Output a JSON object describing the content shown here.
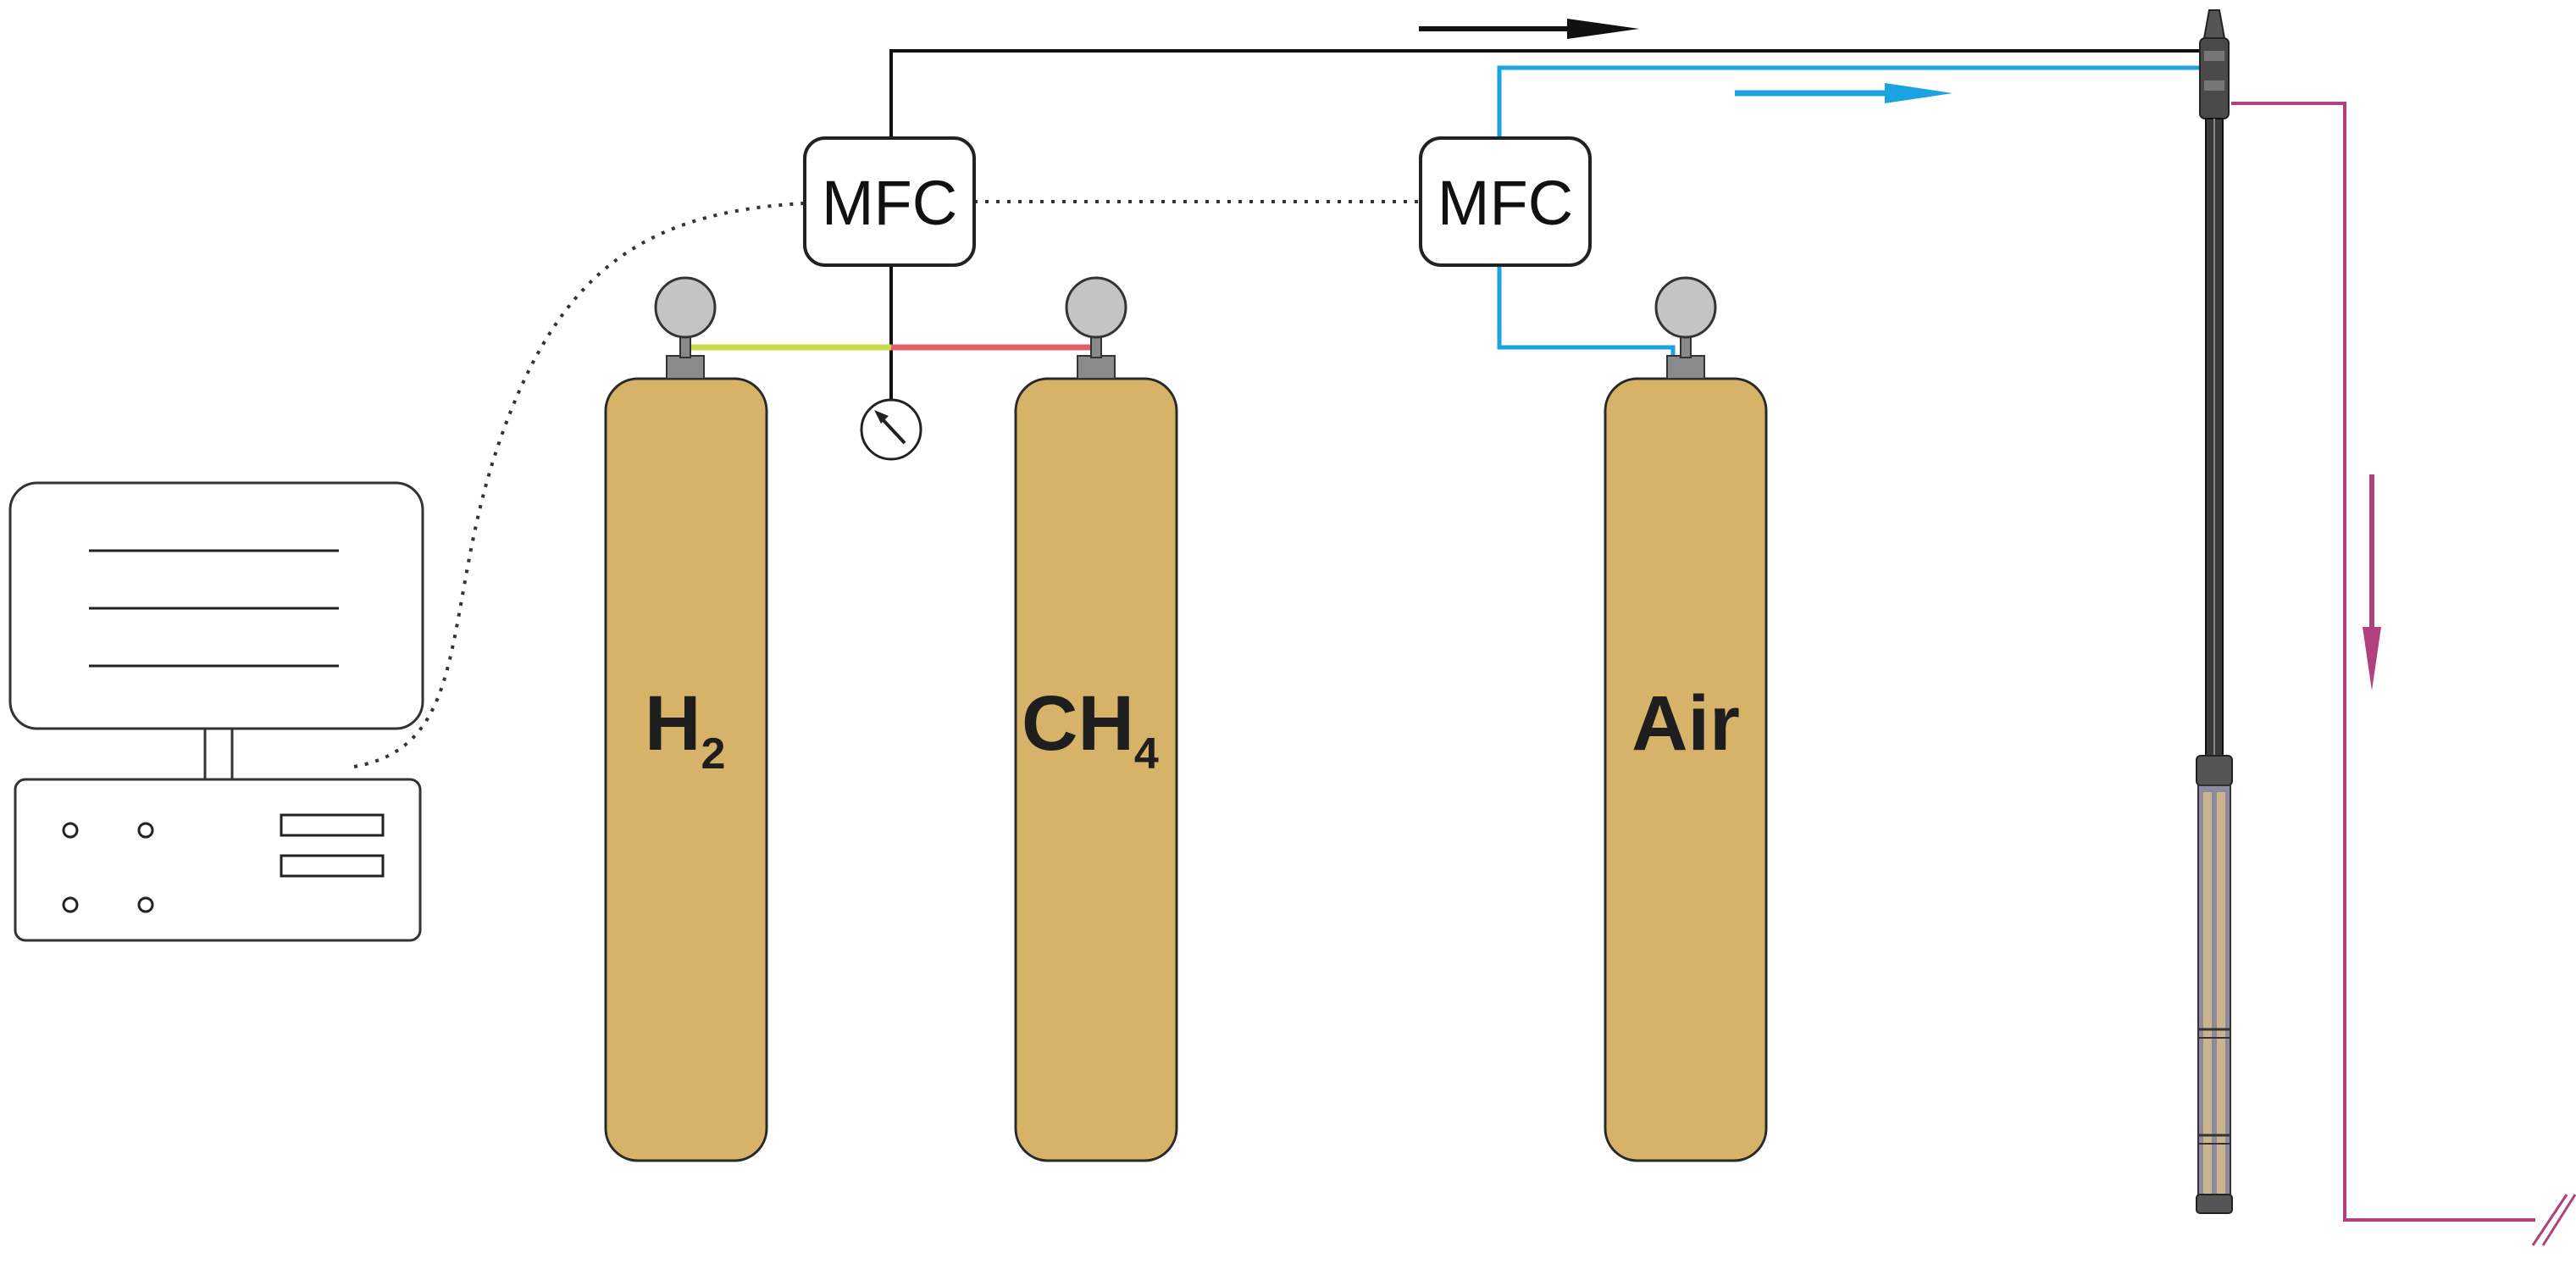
{
  "diagram": {
    "controllers": [
      {
        "id": "mfc-fuel",
        "label": "MFC"
      },
      {
        "id": "mfc-air",
        "label": "MFC"
      }
    ],
    "cylinders": [
      {
        "id": "h2",
        "label": "H",
        "subscript": "2"
      },
      {
        "id": "ch4",
        "label": "CH",
        "subscript": "4"
      },
      {
        "id": "air",
        "label": "Air",
        "subscript": ""
      }
    ],
    "colors": {
      "cylinder_fill": "#d7b36a",
      "cylinder_stroke": "#2a2a2a",
      "fuel_line": "#111111",
      "air_line": "#1aa3e0",
      "exhaust_line": "#b0407e",
      "h2_line": "#c8d94a",
      "ch4_line": "#e06068",
      "gauge_fill": "#c4c4c4"
    },
    "icons": [
      "computer-monitor-icon",
      "control-unit-icon",
      "pressure-gauge-icon",
      "regulator-gauge-icon",
      "burner-probe-icon",
      "ground-symbol-icon"
    ]
  }
}
